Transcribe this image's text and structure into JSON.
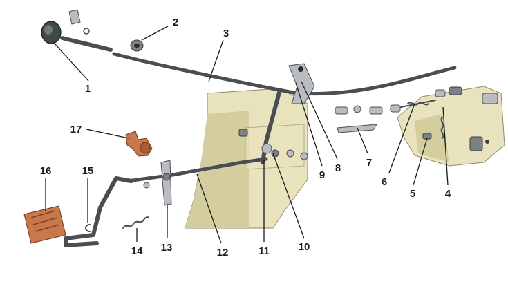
{
  "diagram": {
    "callouts": [
      {
        "id": "c1",
        "text": "1"
      },
      {
        "id": "c2",
        "text": "2"
      },
      {
        "id": "c3",
        "text": "3"
      },
      {
        "id": "c4",
        "text": "4"
      },
      {
        "id": "c5",
        "text": "5"
      },
      {
        "id": "c6",
        "text": "6"
      },
      {
        "id": "c7",
        "text": "7"
      },
      {
        "id": "c8",
        "text": "8"
      },
      {
        "id": "c9",
        "text": "9"
      },
      {
        "id": "c10",
        "text": "10"
      },
      {
        "id": "c11",
        "text": "11"
      },
      {
        "id": "c12",
        "text": "12"
      },
      {
        "id": "c13",
        "text": "13"
      },
      {
        "id": "c14",
        "text": "14"
      },
      {
        "id": "c15",
        "text": "15"
      },
      {
        "id": "c16",
        "text": "16"
      },
      {
        "id": "c17",
        "text": "17"
      }
    ],
    "colors": {
      "body_panel": "#e8e3bd",
      "metal": "#b9bdc2",
      "rubber": "#c8784a",
      "label": "#1a1a1a"
    }
  }
}
